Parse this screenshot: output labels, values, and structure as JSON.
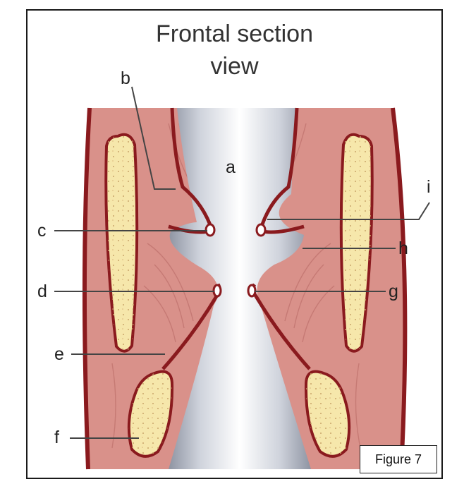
{
  "title": {
    "line1": "Frontal section",
    "line2": "view"
  },
  "labels": {
    "a": "a",
    "b": "b",
    "c": "c",
    "d": "d",
    "e": "e",
    "f": "f",
    "g": "g",
    "h": "h",
    "i": "i"
  },
  "caption": "Figure 7",
  "colors": {
    "tissue": "#d9918a",
    "tissue_shade": "#c4726c",
    "outline": "#8a1a1e",
    "cartilage": "#f6e7ab",
    "cartilage_dot": "#c9a56a",
    "lumen": "#e6e9ef",
    "lumen_shadow": "#9aa0ad"
  }
}
